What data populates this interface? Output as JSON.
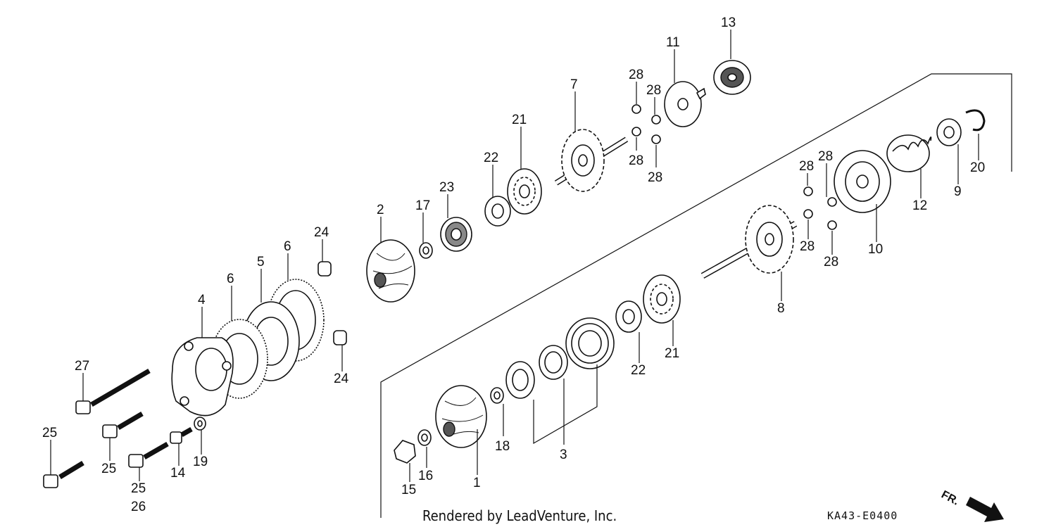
{
  "callouts": [
    {
      "id": "c13",
      "text": "13"
    },
    {
      "id": "c11",
      "text": "11"
    },
    {
      "id": "c28a",
      "text": "28"
    },
    {
      "id": "c28b",
      "text": "28"
    },
    {
      "id": "c28c",
      "text": "28"
    },
    {
      "id": "c28d",
      "text": "28"
    },
    {
      "id": "c7",
      "text": "7"
    },
    {
      "id": "c21a",
      "text": "21"
    },
    {
      "id": "c22a",
      "text": "22"
    },
    {
      "id": "c23",
      "text": "23"
    },
    {
      "id": "c17",
      "text": "17"
    },
    {
      "id": "c2",
      "text": "2"
    },
    {
      "id": "c24a",
      "text": "24"
    },
    {
      "id": "c6a",
      "text": "6"
    },
    {
      "id": "c5",
      "text": "5"
    },
    {
      "id": "c6b",
      "text": "6"
    },
    {
      "id": "c4",
      "text": "4"
    },
    {
      "id": "c24b",
      "text": "24"
    },
    {
      "id": "c27",
      "text": "27"
    },
    {
      "id": "c25a",
      "text": "25"
    },
    {
      "id": "c25b",
      "text": "25"
    },
    {
      "id": "c25c",
      "text": "25"
    },
    {
      "id": "c26",
      "text": "26"
    },
    {
      "id": "c14",
      "text": "14"
    },
    {
      "id": "c19",
      "text": "19"
    },
    {
      "id": "c20",
      "text": "20"
    },
    {
      "id": "c9",
      "text": "9"
    },
    {
      "id": "c12",
      "text": "12"
    },
    {
      "id": "c28e",
      "text": "28"
    },
    {
      "id": "c28f",
      "text": "28"
    },
    {
      "id": "c28g",
      "text": "28"
    },
    {
      "id": "c28h",
      "text": "28"
    },
    {
      "id": "c10",
      "text": "10"
    },
    {
      "id": "c8",
      "text": "8"
    },
    {
      "id": "c21b",
      "text": "21"
    },
    {
      "id": "c22b",
      "text": "22"
    },
    {
      "id": "c3",
      "text": "3"
    },
    {
      "id": "c18",
      "text": "18"
    },
    {
      "id": "c1",
      "text": "1"
    },
    {
      "id": "c16",
      "text": "16"
    },
    {
      "id": "c15",
      "text": "15"
    }
  ],
  "footer": {
    "credit": "Rendered by LeadVenture, Inc.",
    "diagram_code": "KA43-E0400",
    "direction_label": "FR."
  }
}
